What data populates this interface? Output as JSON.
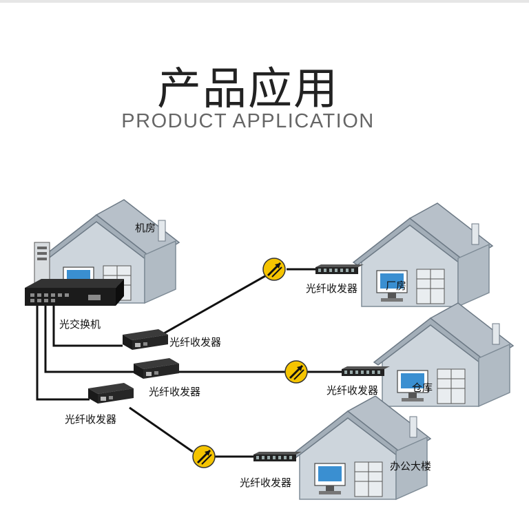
{
  "header": {
    "title": "产品应用",
    "subtitle": "PRODUCT APPLICATION"
  },
  "labels": {
    "server_room": "机房",
    "switch": "光交换机",
    "factory": "厂房",
    "warehouse": "仓库",
    "office": "办公大楼",
    "transceiver": "光纤收发器"
  },
  "colors": {
    "house_wall": "#c9d2da",
    "house_roof": "#8d9aa6",
    "fiber_line": "#111111",
    "coupler": "#f5c400"
  }
}
